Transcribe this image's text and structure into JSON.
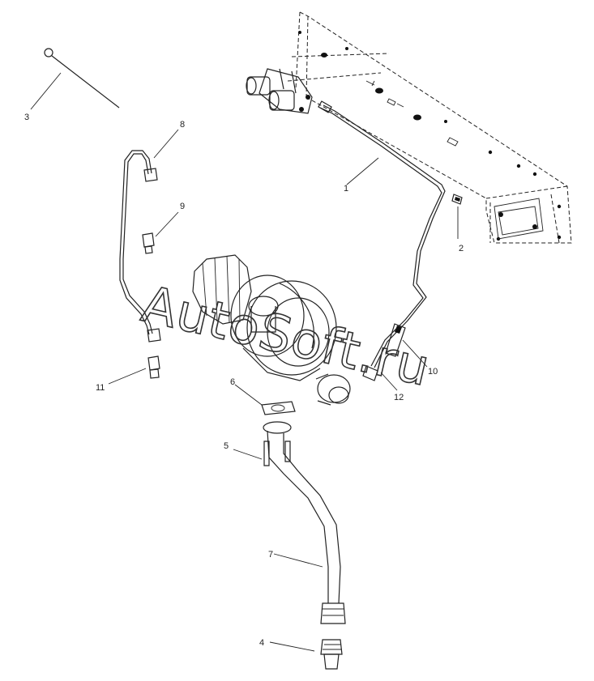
{
  "watermark": "AutoSoft.ru",
  "callouts": [
    {
      "id": "1",
      "text": "1"
    },
    {
      "id": "2",
      "text": "2"
    },
    {
      "id": "3",
      "text": "3"
    },
    {
      "id": "4",
      "text": "4"
    },
    {
      "id": "5",
      "text": "5"
    },
    {
      "id": "6",
      "text": "6"
    },
    {
      "id": "7",
      "text": "7"
    },
    {
      "id": "8",
      "text": "8"
    },
    {
      "id": "9",
      "text": "9"
    },
    {
      "id": "10",
      "text": "10"
    },
    {
      "id": "11",
      "text": "11"
    },
    {
      "id": "12",
      "text": "12"
    }
  ]
}
